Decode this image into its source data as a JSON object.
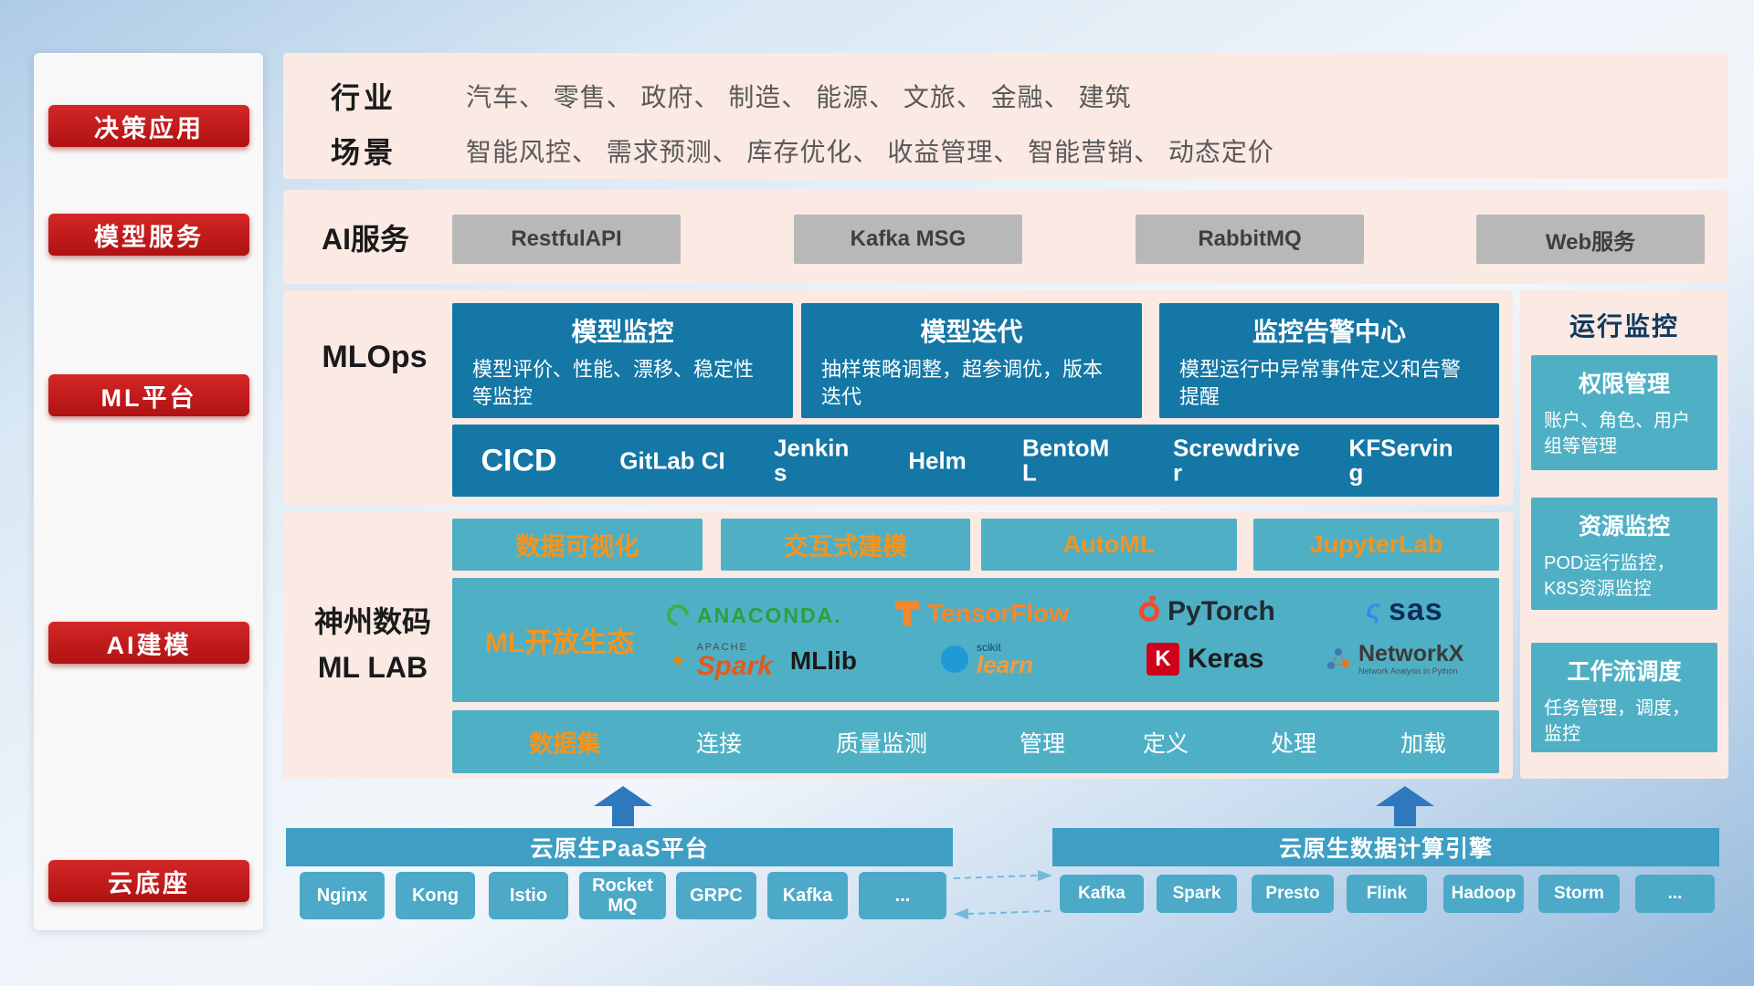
{
  "colors": {
    "accent_red": "#c00000",
    "panel_pink": "#fbe9e3",
    "deep_blue": "#1477a5",
    "teal": "#4fb0c5",
    "orange": "#f5941d",
    "arrow_blue": "#2e79be"
  },
  "sidebar": {
    "items": [
      {
        "label": "决策应用"
      },
      {
        "label": "模型服务"
      },
      {
        "label": "ML平台"
      },
      {
        "label": "AI建模"
      },
      {
        "label": "云底座"
      }
    ]
  },
  "industry": {
    "rows": [
      {
        "label": "行业",
        "text": "汽车、 零售、 政府、 制造、 能源、 文旅、 金融、 建筑"
      },
      {
        "label": "场景",
        "text": "智能风控、 需求预测、 库存优化、 收益管理、 智能营销、 动态定价"
      }
    ]
  },
  "ai_service": {
    "label": "AI服务",
    "services": [
      "RestfulAPI",
      "Kafka MSG",
      "RabbitMQ",
      "Web服务"
    ]
  },
  "mlops": {
    "label": "MLOps",
    "cards": [
      {
        "title": "模型监控",
        "desc": "模型评价、性能、漂移、稳定性等监控"
      },
      {
        "title": "模型迭代",
        "desc": "抽样策略调整，超参调优，版本迭代"
      },
      {
        "title": "监控告警中心",
        "desc": "模型运行中异常事件定义和告警提醒"
      }
    ],
    "cicd_label": "CICD",
    "cicd_tools": [
      "GitLab CI",
      "Jenkins",
      "Helm",
      "BentoML",
      "Screwdriver",
      "KFServing"
    ]
  },
  "mllab": {
    "label_line1": "神州数码",
    "label_line2": "ML LAB",
    "tabs": [
      "数据可视化",
      "交互式建模",
      "AutoML",
      "JupyterLab"
    ],
    "eco_label": "ML开放生态",
    "logos": {
      "anaconda": "ANACONDA.",
      "tensorflow": "TensorFlow",
      "pytorch": "PyTorch",
      "sas_swoosh": "ς",
      "sas": "sas",
      "apache": "APACHE",
      "spark_star": "✦",
      "spark": "Spark",
      "mllib": "MLlib",
      "scikit_top": "scikit",
      "scikit_bottom": "learn",
      "keras_k": "K",
      "keras": "Keras",
      "networkx": "NetworkX",
      "networkx_sub": "Network Analysis in Python"
    },
    "dataset_label": "数据集",
    "dataset_items": [
      "连接",
      "质量监测",
      "管理",
      "定义",
      "处理",
      "加载"
    ]
  },
  "monitoring": {
    "title": "运行监控",
    "cards": [
      {
        "title": "权限管理",
        "desc": "账户、角色、用户组等管理"
      },
      {
        "title": "资源监控",
        "desc": "POD运行监控，K8S资源监控"
      },
      {
        "title": "工作流调度",
        "desc": "任务管理，调度，监控"
      }
    ]
  },
  "cloud": {
    "paas_title": "云原生PaaS平台",
    "paas_items": [
      "Nginx",
      "Kong",
      "Istio",
      "RocketMQ",
      "GRPC",
      "Kafka",
      "..."
    ],
    "engine_title": "云原生数据计算引擎",
    "engine_items": [
      "Kafka",
      "Spark",
      "Presto",
      "Flink",
      "Hadoop",
      "Storm",
      "..."
    ]
  }
}
